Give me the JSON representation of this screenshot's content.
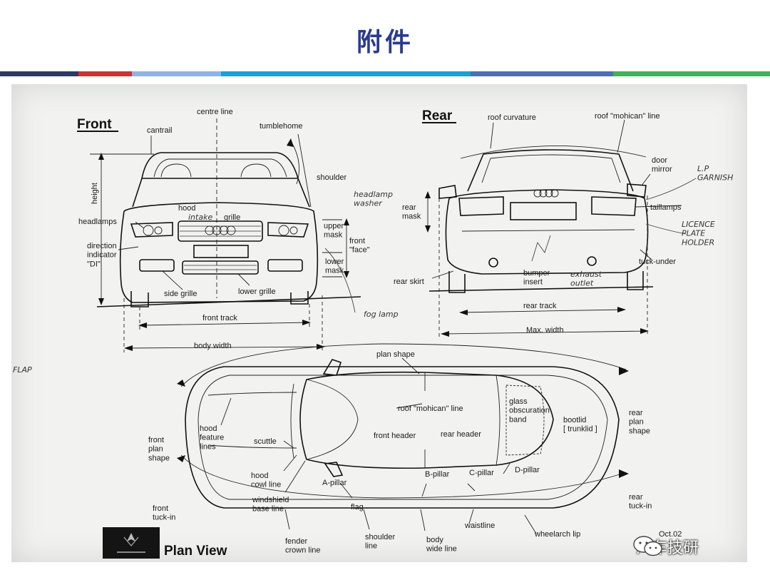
{
  "page": {
    "title": "附件"
  },
  "color_bar": [
    {
      "color": "#2d3a66",
      "flex": 110
    },
    {
      "color": "#cc3333",
      "flex": 75
    },
    {
      "color": "#8fb4e3",
      "flex": 125
    },
    {
      "color": "#1aa0d6",
      "flex": 350
    },
    {
      "color": "#4f6fb3",
      "flex": 200
    },
    {
      "color": "#44b05a",
      "flex": 220
    }
  ],
  "drawing": {
    "front": {
      "heading": "Front",
      "labels": {
        "centre_line": "centre line",
        "cantrail": "cantrail",
        "tumblehome": "tumblehome",
        "shoulder": "shoulder",
        "height": "height",
        "hood": "hood",
        "grille": "grille",
        "headlamps": "headlamps",
        "direction_indicator": "direction\nindicator\n\"DI\"",
        "upper_mask": "upper\nmask",
        "front_face": "front\n\"face\"",
        "lower_mask": "lower\nmask",
        "side_grille": "side grille",
        "lower_grille": "lower grille",
        "front_track": "front track",
        "body_width": "body width"
      },
      "handwriting": {
        "intake": "intake",
        "headlamp_washer": "headlamp\nwasher",
        "fog_lamp": "fog lamp"
      }
    },
    "rear": {
      "heading": "Rear",
      "labels": {
        "roof_curvature": "roof curvature",
        "roof_mohican_line": "roof \"mohican\" line",
        "door_mirror": "door\nmirror",
        "rear_mask": "rear\nmask",
        "taillamps": "taillamps",
        "tuck_under": "tuck-under",
        "rear_skirt": "rear skirt",
        "bumper_insert": "bumper\ninsert",
        "rear_track": "rear track",
        "max_width": "Max. width"
      },
      "handwriting": {
        "lp_garnish": "L.P\nGARNISH",
        "licence_plate_holder": "LICENCE\nPLATE\nHOLDER",
        "exhaust_outlet": "exhaust\noutlet"
      }
    },
    "plan": {
      "heading": "Plan View",
      "labels": {
        "plan_shape": "plan shape",
        "roof_mohican_line": "roof \"mohican\" line",
        "glass_obscuration_band": "glass\nobscuration\nband",
        "bootlid": "bootlid\n[ trunklid ]",
        "hood_feature_lines": "hood\nfeature\nlines",
        "scuttle": "scuttle",
        "front_header": "front header",
        "rear_header": "rear header",
        "front_plan_shape": "front\nplan\nshape",
        "rear_plan_shape": "rear\nplan\nshape",
        "hood_cowl_line": "hood\ncowl line",
        "windshield_base_line": "windshield\nbase line",
        "a_pillar": "A-pillar",
        "b_pillar": "B-pillar",
        "c_pillar": "C-pillar",
        "d_pillar": "D-pillar",
        "flag": "flag",
        "front_tuck_in": "front\ntuck-in",
        "rear_tuck_in": "rear\ntuck-in",
        "fender_crown_line": "fender\ncrown line",
        "shoulder_line": "shoulder\nline",
        "body_wide_line": "body\nwide line",
        "waistline": "waistline",
        "wheelarch_lip": "wheelarch lip",
        "date": "Oct.02"
      },
      "handwriting": {
        "flap": "FLAP"
      }
    },
    "watermark": {
      "text": "汽车技研",
      "icon": "wechat-icon"
    }
  }
}
